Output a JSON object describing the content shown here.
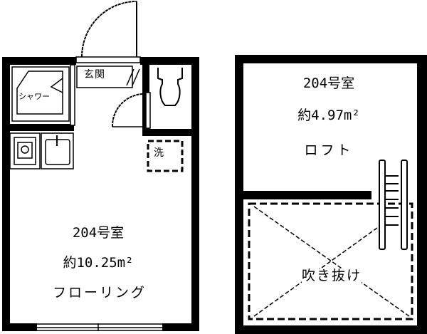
{
  "unit_floor": {
    "room_name": "204号室",
    "area": "約10.25m²",
    "flooring": "フローリング",
    "entrance": "玄関",
    "shower": "シャワー",
    "washer": "洗"
  },
  "loft_floor": {
    "room_name": "204号室",
    "area": "約4.97m²",
    "type": "ロフト",
    "open_ceiling": "吹き抜け"
  },
  "colors": {
    "wall": "#000000",
    "background": "#ffffff"
  }
}
